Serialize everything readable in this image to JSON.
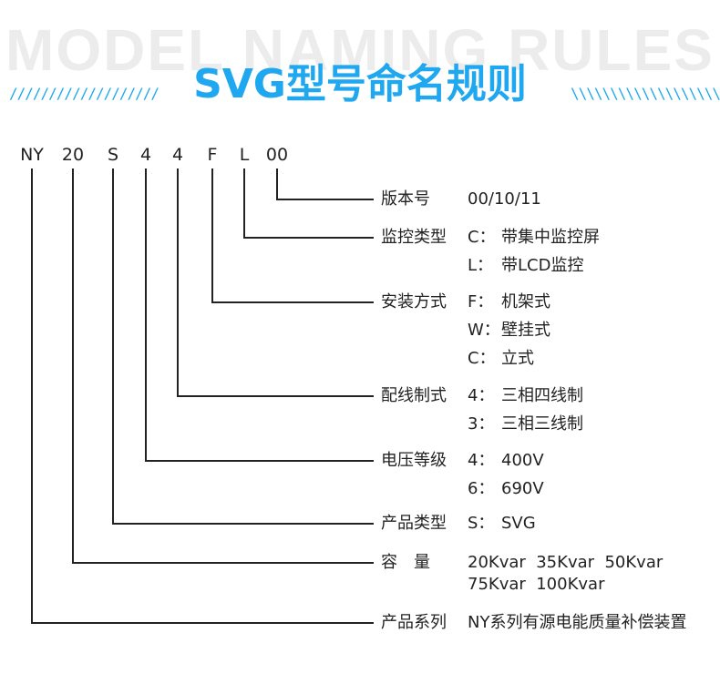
{
  "watermark": "MODEL NAMING RULES",
  "title": "SVG型号命名规则",
  "decoration": {
    "left": "///////////////////",
    "right": "\\\\\\\\\\\\\\\\\\\\\\\\\\\\\\\\\\\\\\\\"
  },
  "code_parts": [
    "NY",
    "20",
    "S",
    "4",
    "4",
    "F",
    "L",
    "00"
  ],
  "fields": [
    {
      "label": "版本号",
      "options": [
        {
          "key": "",
          "value": "00/10/11"
        }
      ]
    },
    {
      "label": "监控类型",
      "options": [
        {
          "key": "C：",
          "value": "带集中监控屏"
        },
        {
          "key": "L：",
          "value": "带LCD监控"
        }
      ]
    },
    {
      "label": "安装方式",
      "options": [
        {
          "key": "F：",
          "value": "机架式"
        },
        {
          "key": "W：",
          "value": "壁挂式"
        },
        {
          "key": "C：",
          "value": "立式"
        }
      ]
    },
    {
      "label": "配线制式",
      "options": [
        {
          "key": "4：",
          "value": "三相四线制"
        },
        {
          "key": "3：",
          "value": "三相三线制"
        }
      ]
    },
    {
      "label": "电压等级",
      "options": [
        {
          "key": "4：",
          "value": "400V"
        },
        {
          "key": "6：",
          "value": "690V"
        }
      ]
    },
    {
      "label": "产品类型",
      "options": [
        {
          "key": "S：",
          "value": "SVG"
        }
      ]
    },
    {
      "label": "容　量",
      "options": [
        {
          "key": "",
          "value": "20Kvar  35Kvar  50Kvar"
        },
        {
          "key": "",
          "value": "75Kvar  100Kvar"
        }
      ]
    },
    {
      "label": "产品系列",
      "options": [
        {
          "key": "",
          "value": "NY系列有源电能质量补偿装置"
        }
      ]
    }
  ],
  "colors": {
    "accent": "#1fa8f0",
    "watermark": "#ececec",
    "line": "#222222"
  }
}
